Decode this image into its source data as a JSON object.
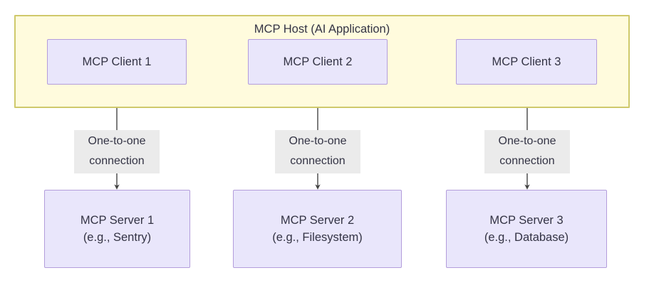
{
  "diagram": {
    "title": "MCP Host (AI Application)",
    "colors": {
      "host_fill": "#fffbdd",
      "host_border": "#cfc96b",
      "node_fill": "#e9e6fb",
      "node_border": "#b39ddb",
      "edge_stroke": "#666666",
      "edge_label_bg": "#ebebeb",
      "text": "#333344",
      "page_bg": "#ffffff"
    },
    "clients": [
      {
        "label": "MCP Client 1"
      },
      {
        "label": "MCP Client 2"
      },
      {
        "label": "MCP Client 3"
      }
    ],
    "edges": [
      {
        "label_line1": "One-to-one",
        "label_line2": "connection"
      },
      {
        "label_line1": "One-to-one",
        "label_line2": "connection"
      },
      {
        "label_line1": "One-to-one",
        "label_line2": "connection"
      }
    ],
    "servers": [
      {
        "line1": "MCP Server 1",
        "line2": "(e.g., Sentry)"
      },
      {
        "line1": "MCP Server 2",
        "line2": "(e.g., Filesystem)"
      },
      {
        "line1": "MCP Server 3",
        "line2": "(e.g., Database)"
      }
    ]
  }
}
